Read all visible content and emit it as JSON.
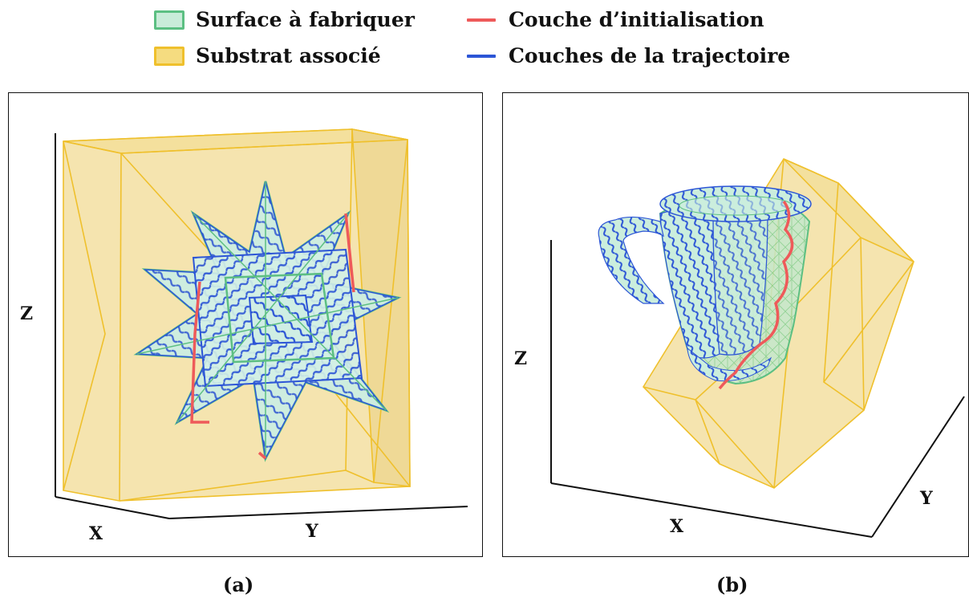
{
  "legend": {
    "surface_label": "Surface à fabriquer",
    "substrate_label": "Substrat associé",
    "init_layer_label": "Couche d’initialisation",
    "traj_layers_label": "Couches de la trajectoire"
  },
  "colors": {
    "surface_fill": "#b9e5cf",
    "surface_stroke": "#5cbf82",
    "substrate_fill": "#f2dc88",
    "substrate_stroke": "#efc02c",
    "init_layer": "#ee5a5a",
    "traj_layers": "#2c55d6",
    "axis": "#111111"
  },
  "panel_a": {
    "caption": "(a)",
    "axis_z": "Z",
    "axis_x": "X",
    "axis_y": "Y"
  },
  "panel_b": {
    "caption": "(b)",
    "axis_z": "Z",
    "axis_x": "X",
    "axis_y": "Y"
  }
}
